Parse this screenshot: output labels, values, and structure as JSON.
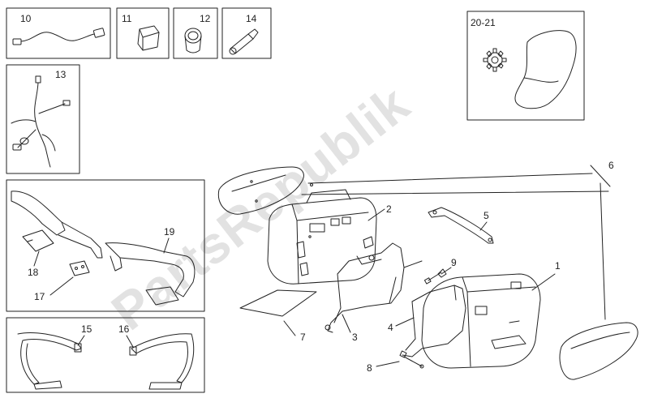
{
  "diagram": {
    "watermark": "PartsRepublik",
    "callouts": {
      "p10": "10",
      "p11": "11",
      "p12": "12",
      "p14": "14",
      "p13": "13",
      "p2021": "20-21",
      "p6": "6",
      "p2": "2",
      "p5": "5",
      "p19": "19",
      "p18": "18",
      "p17": "17",
      "p9": "9",
      "p1": "1",
      "p15": "15",
      "p16": "16",
      "p7": "7",
      "p3": "3",
      "p4": "4",
      "p8": "8"
    },
    "colors": {
      "line": "#222222",
      "watermark": "#bfbfbf",
      "background": "#ffffff"
    },
    "icons": [
      "gear-icon"
    ]
  }
}
